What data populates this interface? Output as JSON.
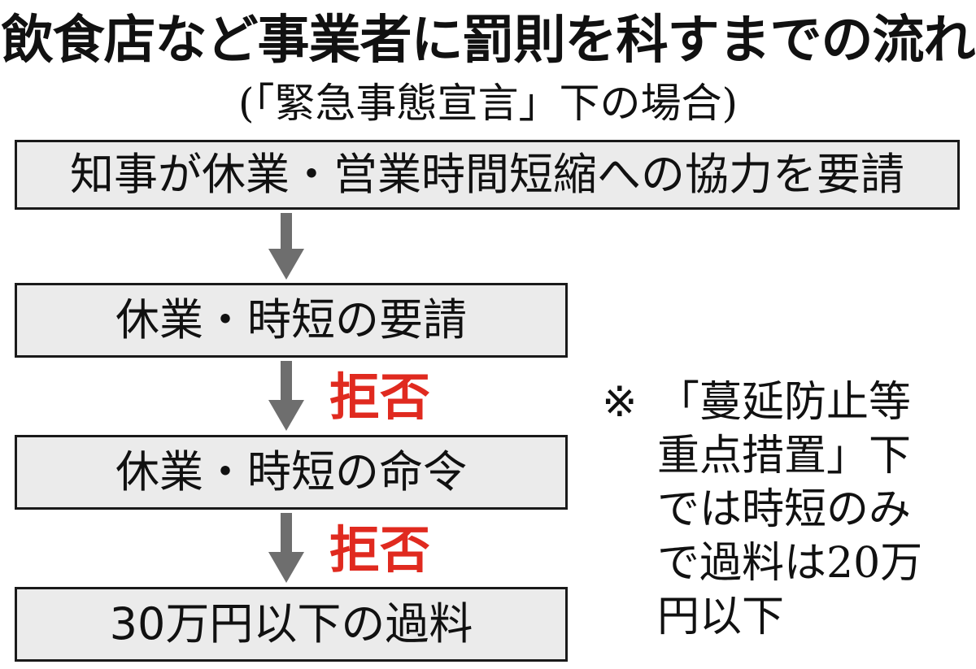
{
  "title": "飲食店など事業者に罰則を科すまでの流れ",
  "subtitle": "(「緊急事態宣言」下の場合)",
  "steps": [
    "知事が休業・営業時間短縮への協力を要請",
    "休業・時短の要請",
    "休業・時短の命令",
    "30万円以下の過料"
  ],
  "refusal_label": "拒否",
  "note": {
    "mark": "※",
    "lines": [
      "「蔓延防止等",
      "重点措置」下",
      "では時短のみ",
      "で過料は20万",
      "円以下"
    ]
  },
  "colors": {
    "refusal": "#e02a1f",
    "box_fill": "#ebebeb",
    "arrow": "#6e6e6e"
  }
}
